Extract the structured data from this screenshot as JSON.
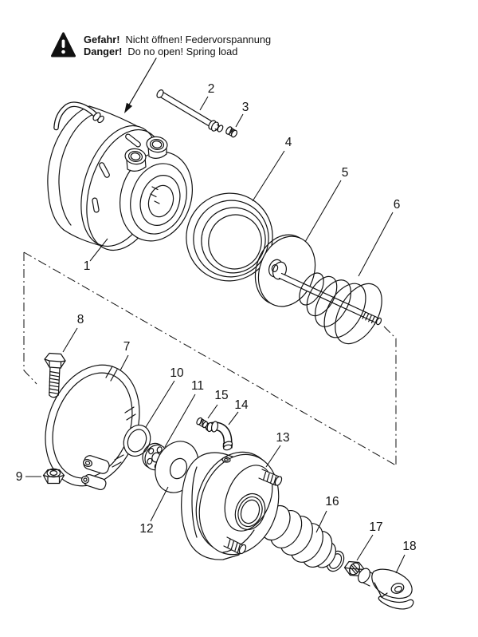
{
  "figure": {
    "kind": "exploded-parts-diagram"
  },
  "colors": {
    "line": "#111111",
    "background": "#ffffff"
  },
  "warning": {
    "icon": "warning-triangle-icon",
    "line1": {
      "bold": "Gefahr!",
      "rest": "Nicht öffnen! Federvorspannung"
    },
    "line2": {
      "bold": "Danger!",
      "rest": "Do no open! Spring load"
    }
  },
  "parts": [
    {
      "number": "1"
    },
    {
      "number": "2"
    },
    {
      "number": "3"
    },
    {
      "number": "4"
    },
    {
      "number": "5"
    },
    {
      "number": "6"
    },
    {
      "number": "7"
    },
    {
      "number": "8"
    },
    {
      "number": "9"
    },
    {
      "number": "10"
    },
    {
      "number": "11"
    },
    {
      "number": "12"
    },
    {
      "number": "13"
    },
    {
      "number": "14"
    },
    {
      "number": "15"
    },
    {
      "number": "16"
    },
    {
      "number": "17"
    },
    {
      "number": "18"
    }
  ]
}
